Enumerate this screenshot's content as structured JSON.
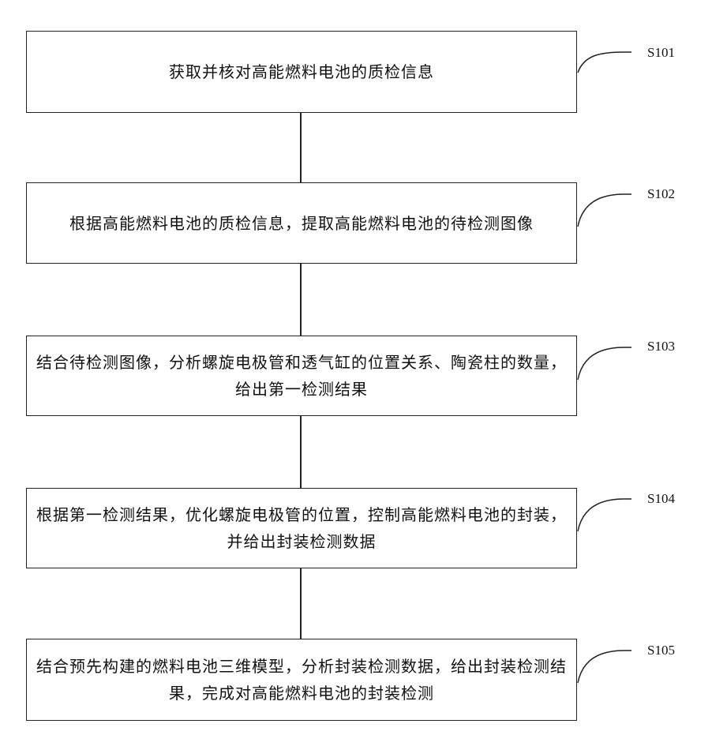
{
  "diagram": {
    "type": "flowchart",
    "steps": [
      {
        "id": "S101",
        "text": "获取并核对高能燃料电池的质检信息"
      },
      {
        "id": "S102",
        "text": "根据高能燃料电池的质检信息，提取高能燃料电池的待检测图像"
      },
      {
        "id": "S103",
        "text": "结合待检测图像，分析螺旋电极管和透气缸的位置关系、陶瓷柱的数量，给出第一检测结果"
      },
      {
        "id": "S104",
        "text": "根据第一检测结果，优化螺旋电极管的位置，控制高能燃料电池的封装，并给出封装检测数据"
      },
      {
        "id": "S105",
        "text": "结合预先构建的燃料电池三维模型，分析封装检测数据，给出封装检测结果，完成对高能燃料电池的封装检测"
      }
    ]
  }
}
